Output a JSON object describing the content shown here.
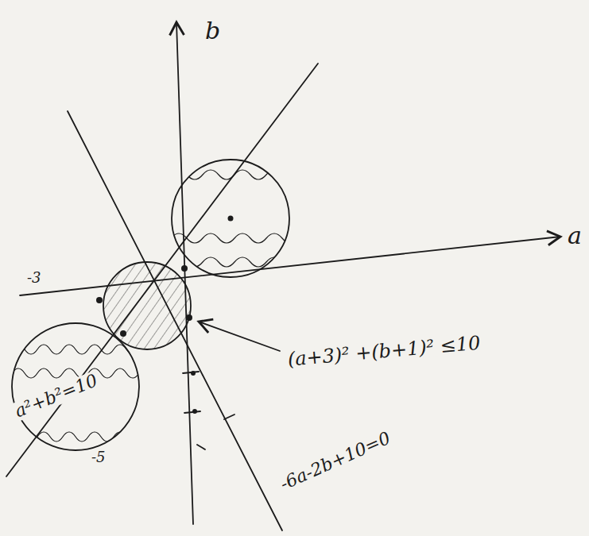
{
  "diagram": {
    "labels": [
      "b",
      "a",
      "-3",
      "-5",
      "(a+3)² +(b+1)² ≤10",
      "a²+b²=10",
      "-6a-2b+10=0"
    ]
  }
}
